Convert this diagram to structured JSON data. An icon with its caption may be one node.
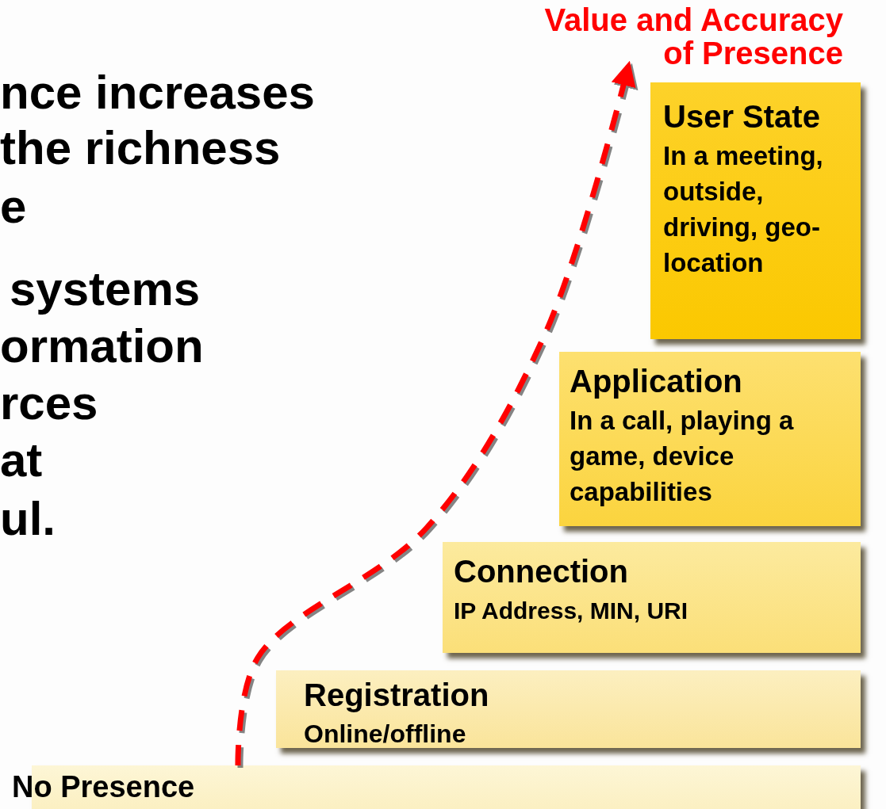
{
  "diagram": {
    "nodes": [
      {
        "text": [
          "No Presence"
        ]
      },
      {
        "text": [
          "Registration",
          "Online/offline"
        ]
      },
      {
        "text": [
          "Connection",
          "IP Address, MIN, URI"
        ]
      },
      {
        "text": [
          "Application",
          "In a call, playing a game, device capabilities"
        ]
      },
      {
        "text": [
          "User State",
          "In a meeting, outside, driving, geo-location"
        ]
      },
      {
        "text": [
          "Value and Accuracy of Presence"
        ]
      }
    ],
    "edges": [
      {
        "from": 0,
        "to": 5,
        "arrow": "to",
        "style": "dashed",
        "color": "#ff0000"
      }
    ],
    "labels": [
      "nce increases",
      "the richness",
      "e",
      "systems",
      "ormation",
      "rces",
      "at",
      "ul."
    ]
  }
}
